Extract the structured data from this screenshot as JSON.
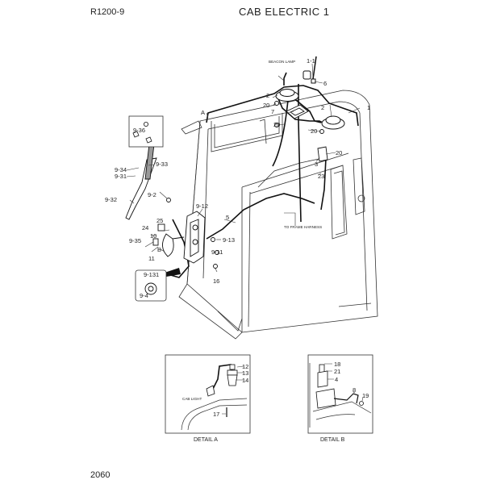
{
  "header": {
    "model": "R1200-9",
    "title": "CAB ELECTRIC 1"
  },
  "footer": {
    "page_number": "2060"
  },
  "callouts": {
    "c1_1": "1-1",
    "c1": "1",
    "c2a": "2",
    "c2b": "2",
    "c3": "3",
    "c5": "5",
    "c6": "6",
    "c7": "7",
    "c10": "10",
    "c11": "11",
    "c16": "16",
    "c20a": "20",
    "c20b": "20",
    "c20c": "20",
    "c20d": "20",
    "c23": "23",
    "c24": "24",
    "c25": "25",
    "cA": "A",
    "cB": "B",
    "c9_2": "9-2",
    "c9_4": "9-4",
    "c9_11": "9-11",
    "c9_12": "9-12",
    "c9_13": "9-13",
    "c9_31": "9-31",
    "c9_32": "9-32",
    "c9_33": "9-33",
    "c9_34": "9-34",
    "c9_35": "9-35",
    "c9_36": "9-36",
    "c9_131": "9-131"
  },
  "annotations": {
    "beacon_lamp": "BEACON LAMP",
    "to_frame_harness": "TO FRAME HARNESS",
    "cab_light": "CAB LIGHT"
  },
  "detail_a": {
    "caption": "DETAIL A",
    "labels": {
      "c12": "12",
      "c13": "13",
      "c14": "14",
      "c17": "17"
    }
  },
  "detail_b": {
    "caption": "DETAIL B",
    "labels": {
      "c4": "4",
      "c8": "8",
      "c18": "18",
      "c19": "19",
      "c21": "21"
    }
  }
}
